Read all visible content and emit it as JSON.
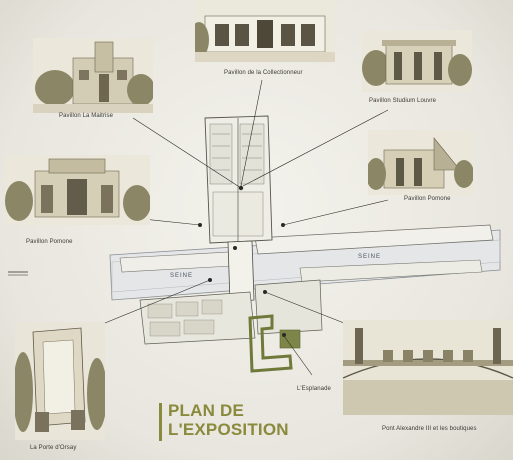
{
  "title": {
    "line1": "PLAN DE",
    "line2": "L'EXPOSITION"
  },
  "river": {
    "left": "SEINE",
    "right": "SEINE"
  },
  "captions": {
    "pavilion_top": "Pavillon de la Collectionneur",
    "pavilion_maitrise": "Pavillon La Maitrise",
    "pavilion_louvre": "Pavillon Studium Louvre",
    "pavilion_pomone_left": "Pavillon Pomone",
    "pavilion_pomone_right": "Pavillon Pomone",
    "porte_orsay": "La Porte d'Orsay",
    "esplanade": "L'Esplanade",
    "pont_alexandre": "Pont Alexandre III et les boutiques"
  },
  "colors": {
    "accent": "#8a8a3c",
    "sepia": "#9a9070",
    "ink": "#3a3a32",
    "green": "#6f7a3a"
  }
}
